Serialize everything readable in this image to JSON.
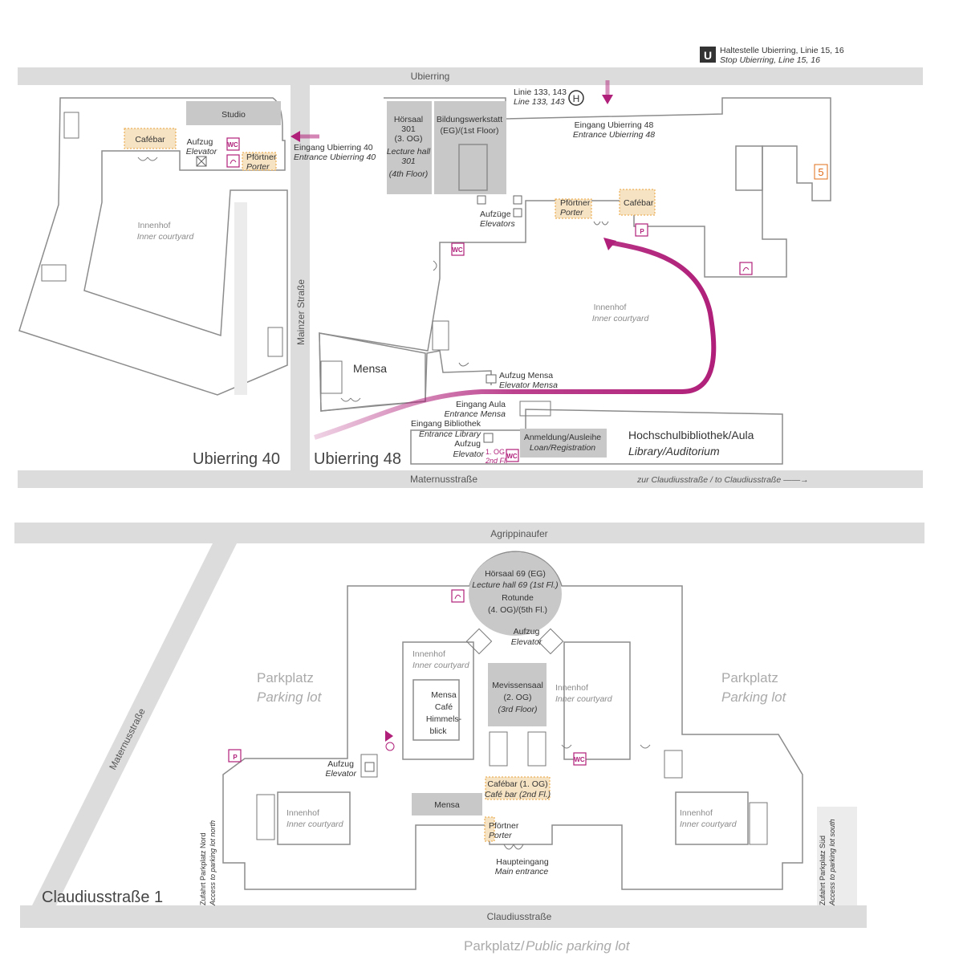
{
  "colors": {
    "route": "#b0207a",
    "road": "#dcdcdc",
    "wall": "#8c8c8c",
    "room": "#c8c8c8",
    "cafe": "#e8a33a",
    "icon": "#b0207a",
    "num5": "#e06c1a"
  },
  "top": {
    "stop_u_icon": "U",
    "stop_de": "Haltestelle Ubierring, Linie 15, 16",
    "stop_en": "Stop Ubierring, Line 15, 16",
    "bus_icon": "H",
    "bus_de": "Linie 133, 143",
    "bus_en": "Line 133, 143",
    "road_ubierring": "Ubierring",
    "road_mainzer": "Mainzer Straße",
    "road_maternus": "Maternusstraße",
    "to_claudius": "zur Claudiusstraße / to Claudiusstraße ——→",
    "u40": {
      "title": "Ubierring 40",
      "studio": "Studio",
      "cafebar": "Cafébar",
      "aufzug_de": "Aufzug",
      "aufzug_en": "Elevator",
      "pfoertner_de": "Pförtner",
      "pfoertner_en": "Porter",
      "eingang_de": "Eingang Ubierring 40",
      "eingang_en": "Entrance Ubierring 40",
      "innenhof_de": "Innenhof",
      "innenhof_en": "Inner courtyard"
    },
    "u48": {
      "title": "Ubierring 48",
      "hs301_lines": [
        "Hörsaal",
        "301",
        "(3. OG)",
        "Lecture hall",
        "301",
        "(4th Floor)"
      ],
      "bildung_lines": [
        "Bildungswerkstatt",
        "(EG)/(1st Floor)"
      ],
      "eingang_de": "Eingang Ubierring 48",
      "eingang_en": "Entrance Ubierring 48",
      "aufzuege_de": "Aufzüge",
      "aufzuege_en": "Elevators",
      "pfoertner_de": "Pförtner",
      "pfoertner_en": "Porter",
      "cafebar": "Cafébar",
      "innenhof_de": "Innenhof",
      "innenhof_en": "Inner courtyard",
      "mensa": "Mensa",
      "aufzug_mensa_de": "Aufzug Mensa",
      "aufzug_mensa_en": "Elevator Mensa",
      "eingang_aula_de": "Eingang Aula",
      "eingang_aula_en": "Entrance Mensa",
      "eingang_bib_de": "Eingang Bibliothek",
      "eingang_bib_en": "Entrance Library",
      "aufzug_de": "Aufzug",
      "aufzug_en": "Elevator",
      "og1": "1. OG",
      "fl2": "2nd Fl.",
      "anmeldung_de": "Anmeldung/Ausleihe",
      "anmeldung_en": "Loan/Registration",
      "bib_de": "Hochschulbibliothek/Aula",
      "bib_en": "Library/Auditorium",
      "number": "5"
    }
  },
  "bottom": {
    "title": "Claudiusstraße 1",
    "road_agrippina": "Agrippinaufer",
    "road_claudius": "Claudiusstraße",
    "road_maternus": "Maternusstraße",
    "public_parking_de": "Parkplatz/",
    "public_parking_en": "Public parking lot",
    "parking_left_de": "Parkplatz",
    "parking_left_en": "Parking lot",
    "parking_right_de": "Parkplatz",
    "parking_right_en": "Parking lot",
    "hs69_lines": [
      "Hörsaal 69 (EG)",
      "Lecture hall 69 (1st Fl.)",
      "Rotunde",
      "(4. OG)/(5th Fl.)"
    ],
    "aufzug_top_de": "Aufzug",
    "aufzug_top_en": "Elevator",
    "innenhof_tl_de": "Innenhof",
    "innenhof_tl_en": "Inner courtyard",
    "mensa_cafe_lines": [
      "Mensa",
      "Café",
      "Himmels-",
      "blick"
    ],
    "mevissen_lines": [
      "Mevissensaal",
      "(2. OG)",
      "(3rd Floor)"
    ],
    "innenhof_tr_de": "Innenhof",
    "innenhof_tr_en": "Inner courtyard",
    "aufzug_left_de": "Aufzug",
    "aufzug_left_en": "Elevator",
    "cafebar_de": "Cafébar (1. OG)",
    "cafebar_en": "Café bar (2nd Fl.)",
    "mensa": "Mensa",
    "pfoertner_de": "Pförtner",
    "pfoertner_en": "Porter",
    "haupt_de": "Haupteingang",
    "haupt_en": "Main entrance",
    "innenhof_l_de": "Innenhof",
    "innenhof_l_en": "Inner courtyard",
    "innenhof_r_de": "Innenhof",
    "innenhof_r_en": "Inner courtyard",
    "zufahrt_nord_de": "Zufahrt Parkplatz Nord",
    "zufahrt_nord_en": "Access to parking lot north",
    "zufahrt_sued_de": "Zufahrt Parkplatz Süd",
    "zufahrt_sued_en": "Access to parking lot south"
  },
  "icons": {
    "wc": "WC",
    "parking": "P",
    "wheelchair": "wheelchair-icon",
    "hearing": "hearing-loop-icon"
  }
}
